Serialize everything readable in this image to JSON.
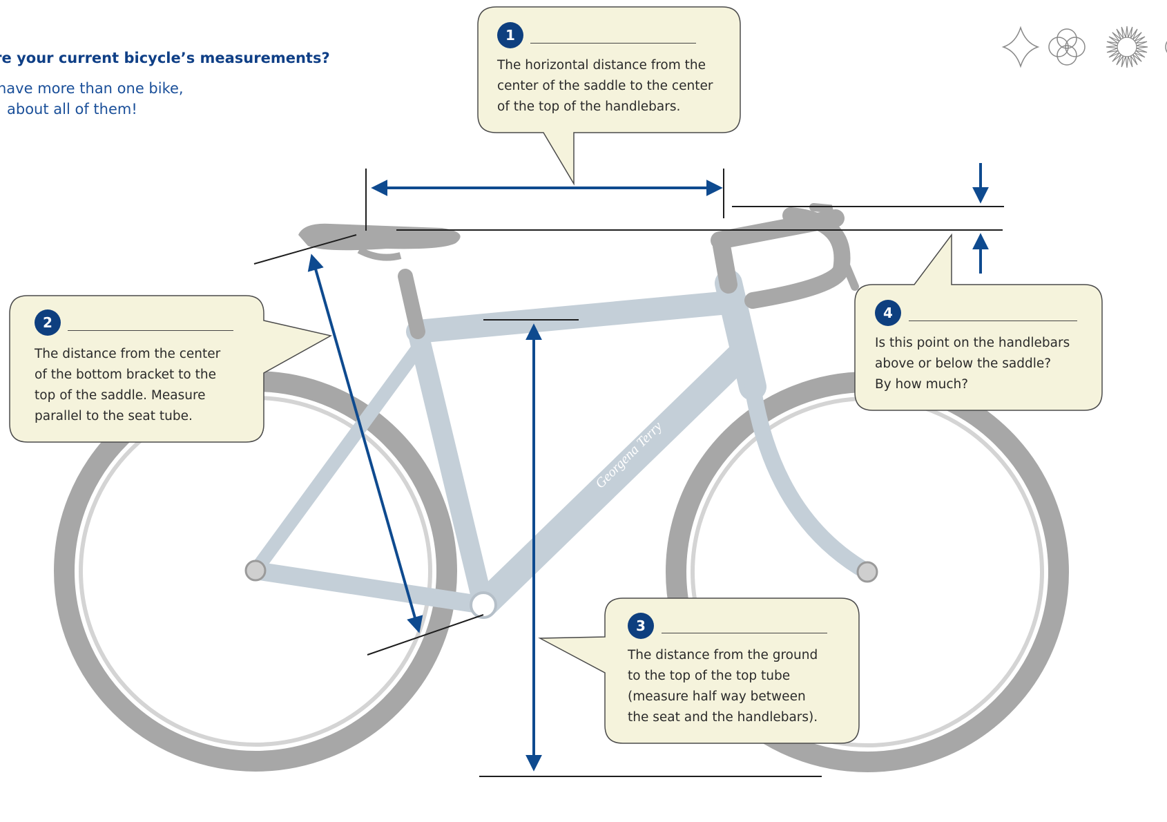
{
  "header": {
    "question": "are your current bicycle’s measurements?",
    "note_line1": "have more than one bike,",
    "note_line2": "about all of them!"
  },
  "decor_icons": [
    "four-point-star-icon",
    "quatrefoil-icon",
    "starburst-icon",
    "circle-icon"
  ],
  "frame_logo_text": "Georgena Terry",
  "callouts": [
    {
      "number": "1",
      "lines": [
        "The horizontal distance from the",
        "center of the saddle to the center",
        "of the top of the handlebars."
      ]
    },
    {
      "number": "2",
      "lines": [
        "The distance from the center",
        "of the bottom bracket to the",
        "top of the saddle. Measure",
        "parallel to the seat tube."
      ]
    },
    {
      "number": "3",
      "lines": [
        "The distance from the ground",
        "to the top of the top tube",
        "(measure half way between",
        "the seat and the handlebars)."
      ]
    },
    {
      "number": "4",
      "lines": [
        "Is this point on the handlebars",
        "above or below the saddle?",
        "By how much?"
      ]
    }
  ],
  "colors": {
    "accent": "#0e4a8f",
    "frame": "#c4cfd8",
    "tire": "#a7a7a7",
    "callout_fill": "#f5f3dc",
    "callout_stroke": "#4a4a4a"
  }
}
